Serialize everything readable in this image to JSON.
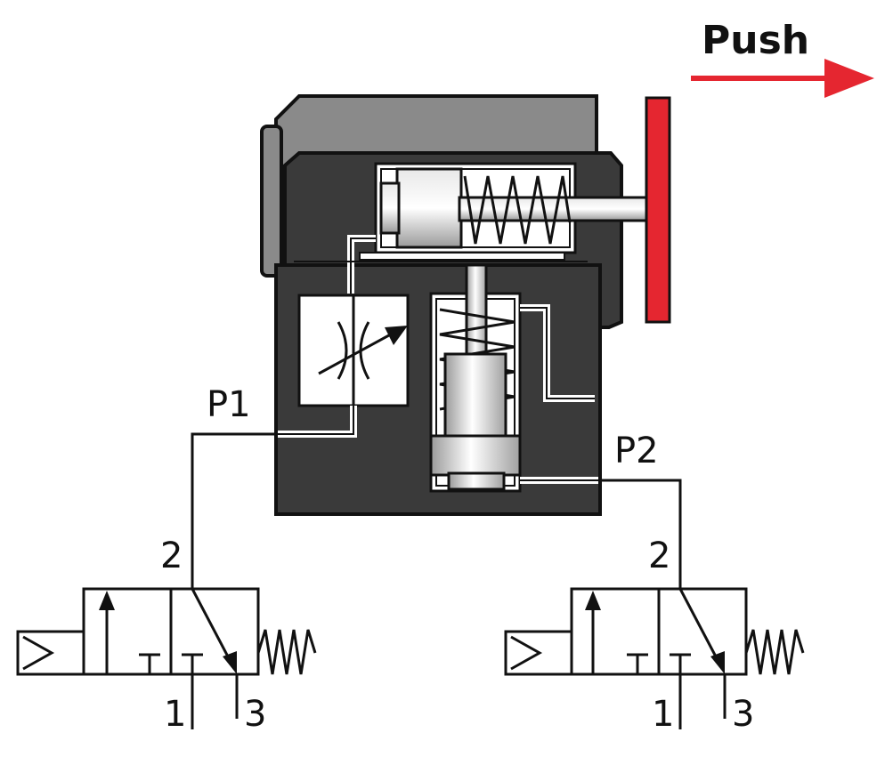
{
  "push": {
    "label": "Push",
    "color": "#e52630"
  },
  "ports": {
    "p1": "P1",
    "p2": "P2"
  },
  "valves": [
    {
      "port_out": "2",
      "port_in": "1",
      "port_exhaust": "3"
    },
    {
      "port_out": "2",
      "port_in": "1",
      "port_exhaust": "3"
    }
  ],
  "colors": {
    "body_dark": "#3a3a3a",
    "body_mid": "#666666",
    "top_plate": "#8a8a8a",
    "line": "#111111",
    "metal_light": "#f0f0f0",
    "metal_shade": "#b4b4b4"
  }
}
